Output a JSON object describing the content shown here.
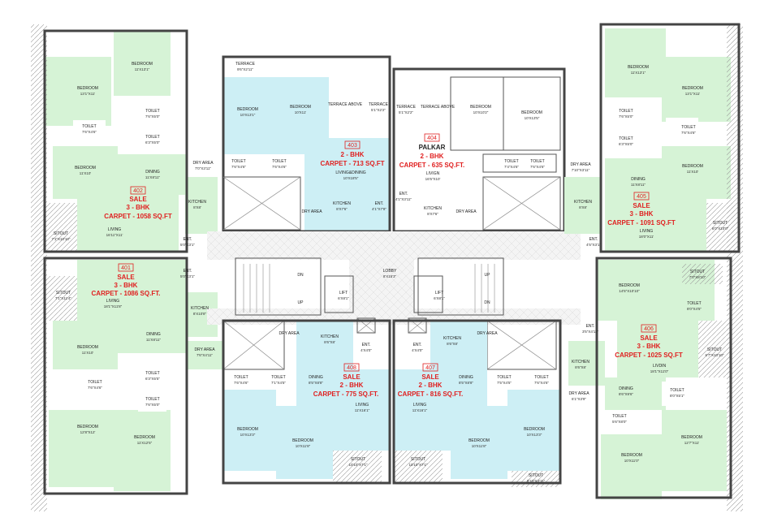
{
  "units": [
    {
      "id": "u401",
      "number": "401",
      "status": "SALE",
      "type": "3 - BHK",
      "carpet": "CARPET - 1086 SQ.FT."
    },
    {
      "id": "u402",
      "number": "402",
      "status": "SALE",
      "type": "3 - BHK",
      "carpet": "CARPET - 1058 SQ.FT"
    },
    {
      "id": "u403",
      "number": "403",
      "status": "",
      "type": "2 - BHK",
      "carpet": "CARPET - 713 SQ.FT"
    },
    {
      "id": "u404",
      "number": "404",
      "status": "PALKAR",
      "type": "2 - BHK",
      "carpet": "CARPET - 635 SQ.FT."
    },
    {
      "id": "u405",
      "number": "405",
      "status": "SALE",
      "type": "3 - BHK",
      "carpet": "CARPET - 1091 SQ.FT"
    },
    {
      "id": "u406",
      "number": "406",
      "status": "SALE",
      "type": "3 - BHK",
      "carpet": "CARPET - 1025 SQ.FT"
    },
    {
      "id": "u407",
      "number": "407",
      "status": "SALE",
      "type": "2 - BHK",
      "carpet": "CARPET - 816 SQ.FT."
    },
    {
      "id": "u408",
      "number": "408",
      "status": "SALE",
      "type": "2 - BHK",
      "carpet": "CARPET - 775 SQ.FT."
    }
  ],
  "rooms": {
    "bed402a": {
      "name": "BEDROOM",
      "dim": "11'X13'1\""
    },
    "bed402b": {
      "name": "BEDROOM",
      "dim": "13'1\"X11'"
    },
    "toilet402a": {
      "name": "TOILET",
      "dim": "7'6\"X5'0\""
    },
    "toilet402b": {
      "name": "TOILET",
      "dim": "7'6\"X4'6\""
    },
    "toilet402c": {
      "name": "TOILET",
      "dim": "6'3\"X5'0\""
    },
    "bed402c": {
      "name": "BEDROOM",
      "dim": "11'X10'"
    },
    "dining402": {
      "name": "DINING",
      "dim": "11'X8'11\""
    },
    "dry402": {
      "name": "DRY AREA",
      "dim": "7'0\"X3'11\""
    },
    "kitchen402": {
      "name": "KITCHEN",
      "dim": "8'X8'"
    },
    "living402": {
      "name": "LIVING",
      "dim": "16'11\"X11'"
    },
    "sitout402": {
      "name": "SITOUT",
      "dim": "7'1\"X10'10\""
    },
    "ent402": {
      "name": "ENT.",
      "dim": "5'0\"X3'1\""
    },
    "ent401": {
      "name": "ENT.",
      "dim": "5'0\"X3'1\""
    },
    "sitout401": {
      "name": "SITOUT",
      "dim": "7'1\"X11'4\""
    },
    "living401": {
      "name": "LIVING",
      "dim": "18'1\"X11'8\""
    },
    "kitchen401": {
      "name": "KITCHEN",
      "dim": "8'X10'8\""
    },
    "bed401a": {
      "name": "BEDROOM",
      "dim": "11'X10'"
    },
    "dining401": {
      "name": "DINING",
      "dim": "11'X8'11\""
    },
    "dry401": {
      "name": "DRY AREA",
      "dim": "7'6\"X4'11\""
    },
    "toilet401a": {
      "name": "TOILET",
      "dim": "6'3\"X5'5\""
    },
    "toilet401b": {
      "name": "TOILET",
      "dim": "7'6\"X4'6\""
    },
    "toilet401c": {
      "name": "TOILET",
      "dim": "7'6\"X5'0\""
    },
    "bed401b": {
      "name": "BEDROOM",
      "dim": "12'8\"X12'"
    },
    "bed401c": {
      "name": "BEDROOM",
      "dim": "11'X12'5\""
    },
    "terrace403": {
      "name": "TERRACE",
      "dim": "9'6\"X2'11\""
    },
    "bed403a": {
      "name": "BEDROOM",
      "dim": "10'X13'1\""
    },
    "bed403b": {
      "name": "BEDROOM",
      "dim": "10'X11'"
    },
    "terraceabove403": {
      "name": "TERRACE ABOVE",
      "dim": ""
    },
    "terrace403b": {
      "name": "TERRACE",
      "dim": "5'1\"X2'2\""
    },
    "toilet403a": {
      "name": "TOILET",
      "dim": "7'6\"X4'6\""
    },
    "toilet403b": {
      "name": "TOILET",
      "dim": "7'6\"X4'6\""
    },
    "livdin403": {
      "name": "LIVING&DINING",
      "dim": "10'X18'5\""
    },
    "kitchen403": {
      "name": "KITCHEN",
      "dim": "8'X7'6\""
    },
    "ent403": {
      "name": "ENT.",
      "dim": "4'1\"X7'8\""
    },
    "dry403": {
      "name": "DRY AREA",
      "dim": "3'3\"X7'0\""
    },
    "terrace404": {
      "name": "TERRACE",
      "dim": "5'1\"X2'2\""
    },
    "terraceabove404": {
      "name": "TERRACE ABOVE",
      "dim": ""
    },
    "bed404a": {
      "name": "BEDROOM",
      "dim": "10'X10'2\""
    },
    "bed404b": {
      "name": "BEDROOM",
      "dim": "10'X13'5\""
    },
    "toilet404a": {
      "name": "TOILET",
      "dim": "7'4\"X4'6\""
    },
    "toilet404b": {
      "name": "TOILET",
      "dim": "7'6\"X4'6\""
    },
    "living404": {
      "name": "LIVIGN",
      "dim": "16'5\"X10'"
    },
    "ent404": {
      "name": "ENT.",
      "dim": "4'1\"X3'11\""
    },
    "kitchen404": {
      "name": "KITCHEN",
      "dim": "8'X7'6\""
    },
    "dry404": {
      "name": "DRY AREA",
      "dim": "3'3\"X7'0\""
    },
    "bed405a": {
      "name": "BEDROOM",
      "dim": "11'X13'1\""
    },
    "bed405b": {
      "name": "BEDROOM",
      "dim": "13'1\"X11'"
    },
    "toilet405a": {
      "name": "TOILET",
      "dim": "7'6\"X5'0\""
    },
    "toilet405b": {
      "name": "TOILET",
      "dim": "7'6\"X4'6\""
    },
    "toilet405c": {
      "name": "TOILET",
      "dim": "6'3\"X5'0\""
    },
    "dry405": {
      "name": "DRY AREA",
      "dim": "7'10\"X3'11\""
    },
    "dining405": {
      "name": "DINING",
      "dim": "11'X8'11\""
    },
    "bed405c": {
      "name": "BEDROOM",
      "dim": "11'X10'"
    },
    "kitchen405": {
      "name": "KITCHEN",
      "dim": "8'X8'"
    },
    "living405": {
      "name": "LIVING",
      "dim": "18'0\"X11'"
    },
    "sitout405": {
      "name": "SITOUT",
      "dim": "6'0\"X10'0\""
    },
    "ent405": {
      "name": "ENT.",
      "dim": "4'5\"X3'1\""
    },
    "sitout406a": {
      "name": "SITOUT",
      "dim": "7'0\"X8'10\""
    },
    "bed406a": {
      "name": "BEDROOM",
      "dim": "14'5\"X10'10\""
    },
    "toilet406a": {
      "name": "TOILET",
      "dim": "8'0\"X4'5\""
    },
    "ent406": {
      "name": "ENT.",
      "dim": "3'5\"X4'11\""
    },
    "sitout406b": {
      "name": "SITOUT",
      "dim": "6'7\"X10'10\""
    },
    "kitchen406": {
      "name": "KITCHEN",
      "dim": "8'6\"X8'"
    },
    "livdin406": {
      "name": "LIVDIN",
      "dim": "18'1\"X11'0\""
    },
    "dry406": {
      "name": "DRY AREA",
      "dim": "6'1\"X3'9\""
    },
    "dining406": {
      "name": "DINING",
      "dim": "8'6\"X9'6\""
    },
    "toilet406b": {
      "name": "TOILET",
      "dim": "8'0\"X5'1\""
    },
    "toilet406c": {
      "name": "TOILET",
      "dim": "5'6\"X8'0\""
    },
    "bed406b": {
      "name": "BEDROOM",
      "dim": "12'7\"X11'"
    },
    "bed406c": {
      "name": "BEDROOM",
      "dim": "10'X11'0\""
    },
    "lobby": {
      "name": "LOBBY",
      "dim": "8'X15'3\""
    },
    "lift1": {
      "name": "LIFT",
      "dim": "6'X8'1\""
    },
    "lift2": {
      "name": "LIFT",
      "dim": "6'X8'1\""
    },
    "dry408": {
      "name": "DRY AREA",
      "dim": "3'0\"X7'10\""
    },
    "kitchen408": {
      "name": "KITCHEN",
      "dim": "8'6\"X8'"
    },
    "ent408": {
      "name": "ENT.",
      "dim": "4'X4'0\""
    },
    "toilet408a": {
      "name": "TOILET",
      "dim": "7'6\"X4'6\""
    },
    "toilet408b": {
      "name": "TOILET",
      "dim": "7'1\"X4'5\""
    },
    "dining408": {
      "name": "DINING",
      "dim": "8'5\"X8'8\""
    },
    "living408": {
      "name": "LIVING",
      "dim": "11'X16'1\""
    },
    "bed408a": {
      "name": "BEDROOM",
      "dim": "10'X13'3\""
    },
    "bed408b": {
      "name": "BEDROOM",
      "dim": "10'X11'8\""
    },
    "sitout408": {
      "name": "SITOUT",
      "dim": "10'10\"X7'1\""
    },
    "ent407": {
      "name": "ENT.",
      "dim": "4'X4'0\""
    },
    "kitchen407": {
      "name": "KITCHEN",
      "dim": "8'6\"X8'"
    },
    "dry407": {
      "name": "DRY AREA",
      "dim": "3'0\"X7'10\""
    },
    "dining407": {
      "name": "DINING",
      "dim": "8'5\"X8'8\""
    },
    "toilet407a": {
      "name": "TOILET",
      "dim": "7'5\"X4'5\""
    },
    "toilet407b": {
      "name": "TOILET",
      "dim": "7'6\"X4'6\""
    },
    "living407": {
      "name": "LIVING",
      "dim": "11'X16'1\""
    },
    "bed407a": {
      "name": "BEDROOM",
      "dim": "10'X11'8\""
    },
    "bed407b": {
      "name": "BEDROOM",
      "dim": "10'X13'3\""
    },
    "sitout407a": {
      "name": "SITOUT",
      "dim": "10'10\"X7'1\""
    },
    "sitout407b": {
      "name": "SITOUT",
      "dim": "8'10\"X3'11\""
    }
  },
  "stairs": {
    "up": "UP",
    "dn": "DN"
  }
}
